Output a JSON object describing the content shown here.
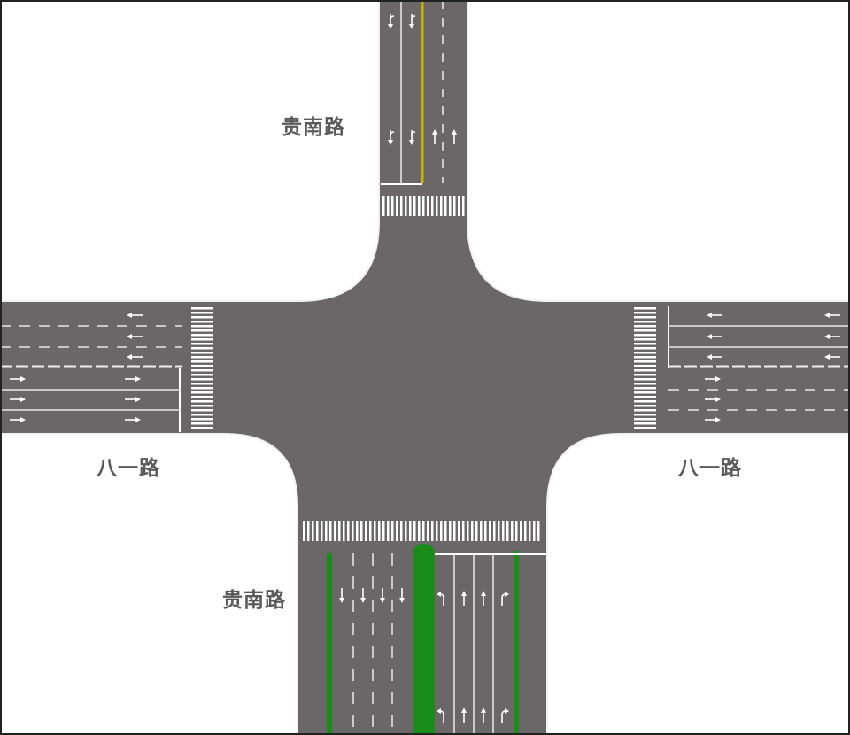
{
  "labels": {
    "north_road": "贵南路",
    "south_road": "贵南路",
    "west_road": "八一路",
    "east_road": "八一路"
  },
  "colors": {
    "background": "#ffffff",
    "asphalt": "#6b6668",
    "edge_line": "#f2f2f2",
    "marking": "#ffffff",
    "center_line_yellow": "#c8b400",
    "median_green": "#1a8c1a",
    "frame": "#222222",
    "label_text": "#5a5a5a"
  }
}
